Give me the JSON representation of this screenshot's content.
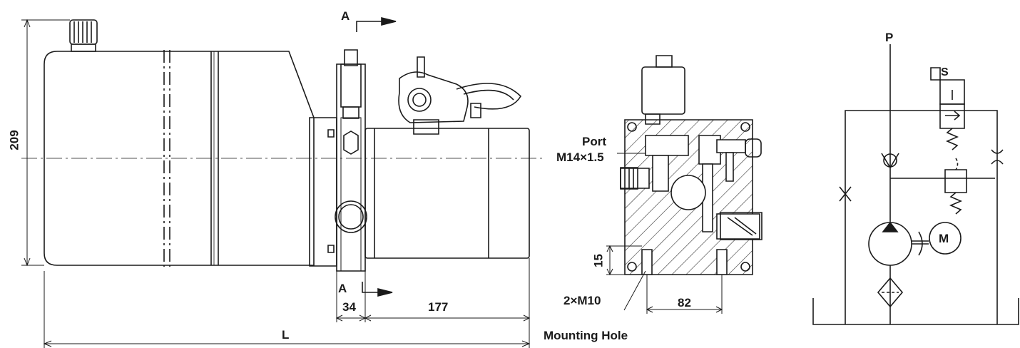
{
  "views": {
    "side": {
      "dim_height": "209",
      "dim_length": "L",
      "dim_block": "34",
      "dim_motor": "177",
      "section_top": "A",
      "section_bottom": "A"
    },
    "section": {
      "port_line1": "Port",
      "port_line2": "M14×1.5",
      "dim_15": "15",
      "dim_82": "82",
      "bolt_label": "2×M10",
      "caption": "Mounting Hole"
    },
    "schematic": {
      "pressure_label": "P",
      "solenoid_label": "S",
      "motor_label": "M"
    }
  },
  "colors": {
    "ink": "#1a1a1a",
    "background": "#ffffff"
  }
}
